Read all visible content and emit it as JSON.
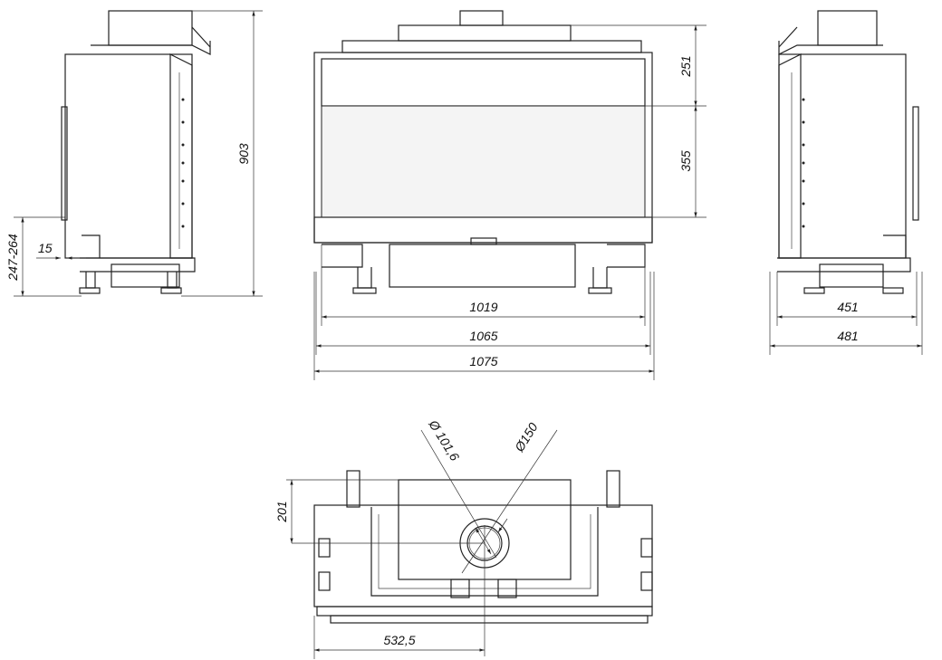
{
  "views": {
    "left_side": {
      "dims": {
        "height": "903",
        "leg_height": "247-264",
        "offset": "15"
      }
    },
    "front": {
      "dims": {
        "top": "251",
        "glass": "355",
        "width_inner": "1019",
        "width_mid": "1065",
        "width_outer": "1075"
      }
    },
    "right_side": {
      "dims": {
        "depth_inner": "451",
        "depth_outer": "481"
      }
    },
    "top": {
      "dims": {
        "flue_inner": "Ø 101,6",
        "flue_outer": "Ø150",
        "flue_depth": "201",
        "flue_center": "532,5"
      }
    }
  },
  "colors": {
    "line": "#222222",
    "background": "#ffffff"
  }
}
